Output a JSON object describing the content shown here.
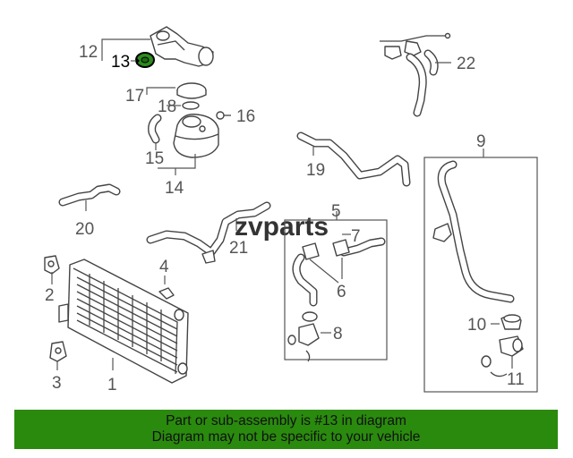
{
  "callouts": {
    "c1": "1",
    "c2": "2",
    "c3": "3",
    "c4": "4",
    "c5": "5",
    "c6": "6",
    "c7": "7",
    "c8": "8",
    "c9": "9",
    "c10": "10",
    "c11": "11",
    "c12": "12",
    "c13": "13",
    "c14": "14",
    "c15": "15",
    "c16": "16",
    "c17": "17",
    "c18": "18",
    "c19": "19",
    "c20": "20",
    "c21": "21",
    "c22": "22"
  },
  "highlighted_part": "13",
  "watermark": "zvparts",
  "banner": {
    "line1": "Part or sub-assembly is #13 in diagram",
    "line2": "Diagram may not be specific to your vehicle"
  },
  "colors": {
    "banner_bg": "#2a8a0e",
    "highlight_fill": "#2e8b1e"
  }
}
